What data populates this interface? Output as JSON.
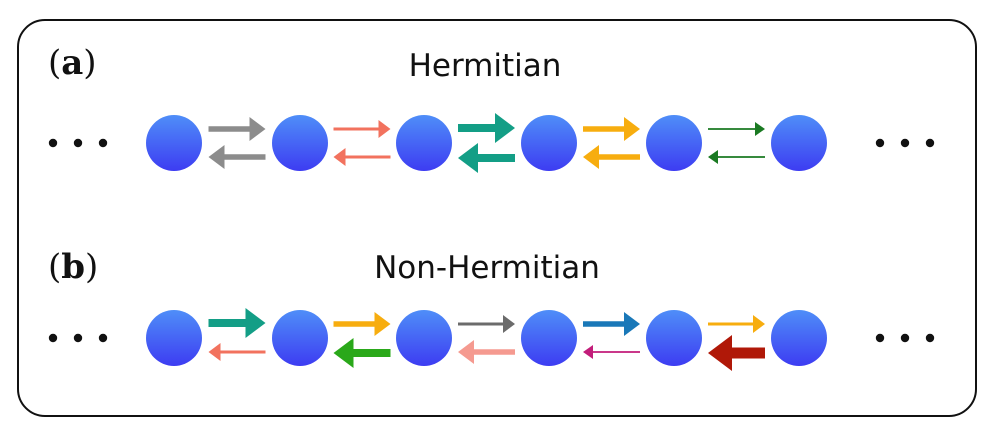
{
  "colors": {
    "site_top": "#4f8ef8",
    "site_bottom": "#3d3cf2",
    "frame_border": "#111111"
  },
  "rows": [
    {
      "label_open": "(",
      "label_letter": "a",
      "label_close": ")",
      "title": "Hermitian",
      "ellipsis_left": "· · ·",
      "ellipsis_right": "· · ·",
      "bonds": [
        {
          "forward_color": "#8c8c8c",
          "forward_weight": 2,
          "backward_color": "#8c8c8c",
          "backward_weight": 2
        },
        {
          "forward_color": "#f2725e",
          "forward_weight": 1,
          "backward_color": "#f2725e",
          "backward_weight": 1
        },
        {
          "forward_color": "#139e86",
          "forward_weight": 3,
          "backward_color": "#139e86",
          "backward_weight": 3
        },
        {
          "forward_color": "#f7ad0f",
          "forward_weight": 2,
          "backward_color": "#f7ad0f",
          "backward_weight": 2
        },
        {
          "forward_color": "#1a7a22",
          "forward_weight": 0,
          "backward_color": "#1a7a22",
          "backward_weight": 0
        }
      ]
    },
    {
      "label_open": "(",
      "label_letter": "b",
      "label_close": ")",
      "title": "Non-Hermitian",
      "ellipsis_left": "· · ·",
      "ellipsis_right": "· · ·",
      "bonds": [
        {
          "forward_color": "#139e86",
          "forward_weight": 3,
          "backward_color": "#f2725e",
          "backward_weight": 1
        },
        {
          "forward_color": "#f7ad0f",
          "forward_weight": 2,
          "backward_color": "#2aa81a",
          "backward_weight": 3
        },
        {
          "forward_color": "#6b6b6b",
          "forward_weight": 1,
          "backward_color": "#f59a90",
          "backward_weight": 2
        },
        {
          "forward_color": "#1a78b8",
          "forward_weight": 2,
          "backward_color": "#c21d7a",
          "backward_weight": 0
        },
        {
          "forward_color": "#f7ad0f",
          "forward_weight": 1,
          "backward_color": "#b01808",
          "backward_weight": 4
        }
      ]
    }
  ]
}
